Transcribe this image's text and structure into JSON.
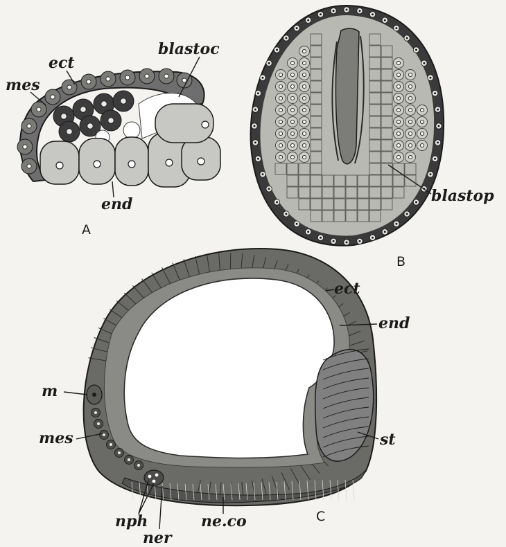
{
  "figure": {
    "panels": {
      "a": {
        "letter": "A",
        "labels": {
          "ect": "ect",
          "mes": "mes",
          "blastoc": "blastoc",
          "end": "end"
        }
      },
      "b": {
        "letter": "B",
        "labels": {
          "blastop": "blastop"
        }
      },
      "c": {
        "letter": "C",
        "labels": {
          "ect": "ect",
          "end": "end",
          "m": "m",
          "mes": "mes",
          "st": "st",
          "nph": "nph",
          "ner": "ner",
          "neco": "ne.co"
        }
      }
    },
    "colors": {
      "ink": "#1b1b1b",
      "paper": "#f4f3ef",
      "ectoderm": "#6e6e6e",
      "endoderm": "#c7c7c3",
      "mesoderm": "#3c3c3c",
      "cavity": "#ffffff"
    }
  }
}
